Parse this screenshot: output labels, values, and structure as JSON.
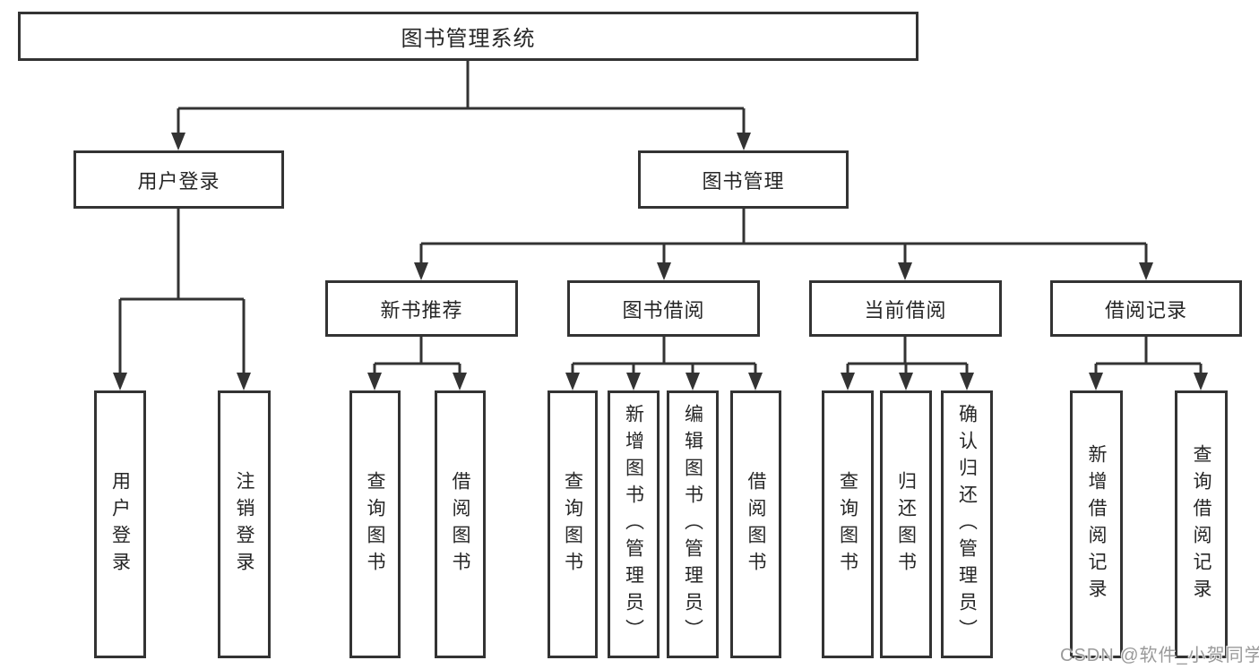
{
  "colors": {
    "background": "#ffffff",
    "line": "#333333",
    "box_border": "#333333",
    "text": "#262626",
    "watermark": "#9a9a9a"
  },
  "nodes": {
    "root": {
      "label": "图书管理系统"
    },
    "level2": [
      {
        "id": "user-login",
        "label": "用户登录",
        "parent": "root"
      },
      {
        "id": "book-management",
        "label": "图书管理",
        "parent": "root"
      }
    ],
    "level3": [
      {
        "id": "new-book-recommend",
        "label": "新书推荐",
        "parent": "book-management"
      },
      {
        "id": "book-borrow",
        "label": "图书借阅",
        "parent": "book-management"
      },
      {
        "id": "current-borrow",
        "label": "当前借阅",
        "parent": "book-management"
      },
      {
        "id": "borrow-record",
        "label": "借阅记录",
        "parent": "book-management"
      }
    ],
    "leaves": [
      {
        "label": "用户登录",
        "parent": "user-login"
      },
      {
        "label": "注销登录",
        "parent": "user-login"
      },
      {
        "label": "查询图书",
        "parent": "new-book-recommend"
      },
      {
        "label": "借阅图书",
        "parent": "new-book-recommend"
      },
      {
        "label": "查询图书",
        "parent": "book-borrow"
      },
      {
        "label": "新增图书（管理员）",
        "parent": "book-borrow"
      },
      {
        "label": "编辑图书（管理员）",
        "parent": "book-borrow"
      },
      {
        "label": "借阅图书",
        "parent": "book-borrow"
      },
      {
        "label": "查询图书",
        "parent": "current-borrow"
      },
      {
        "label": "归还图书",
        "parent": "current-borrow"
      },
      {
        "label": "确认归还（管理员）",
        "parent": "current-borrow"
      },
      {
        "label": "新增借阅记录",
        "parent": "borrow-record"
      },
      {
        "label": "查询借阅记录",
        "parent": "borrow-record"
      }
    ]
  },
  "watermark": {
    "text": "CSDN @软件_小贺同学"
  }
}
